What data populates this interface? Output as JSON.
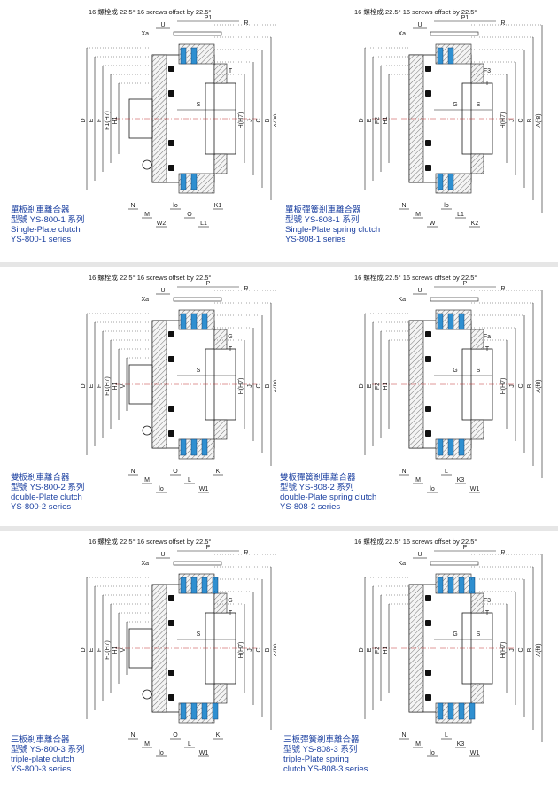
{
  "colors": {
    "blue": "#1a3fa0",
    "friction": "#2f8fd0",
    "hatch": "#555555",
    "line": "#1a1a1a"
  },
  "panels": [
    {
      "id": "p1",
      "header": "16 螺栓成 22.5°  16 screws offset by 22.5°",
      "caption": [
        "單板剎車離合器",
        "型號 YS-800-1 系列",
        "Single-Plate  clutch",
        "YS-800-1  series"
      ],
      "top_labels": [
        "P1",
        "R",
        "U",
        "Xa",
        "T"
      ],
      "left_labels": [
        "D",
        "E",
        "F",
        "F1(H7)",
        "H1"
      ],
      "right_labels": [
        "H(H7)",
        "J",
        "C",
        "B",
        "A(f8)"
      ],
      "inner_labels": [
        "S"
      ],
      "bottom_labels": [
        "N",
        "M",
        "W2",
        "lo",
        "O",
        "L1",
        "K1"
      ]
    },
    {
      "id": "p2",
      "header": "16 螺栓成 22.5°  16 screws offset by 22.5°",
      "caption": [
        "單板彈簧剎車離合器",
        "型號 YS-808-1 系列",
        "Single-Plate  spring  clutch",
        "YS-808-1  series"
      ],
      "top_labels": [
        "P1",
        "R",
        "U",
        "Xa",
        "F3",
        "T"
      ],
      "left_labels": [
        "D",
        "E",
        "F2",
        "H1"
      ],
      "right_labels": [
        "H(H7)",
        "J",
        "C",
        "B",
        "A(f8)"
      ],
      "inner_labels": [
        "G",
        "S"
      ],
      "bottom_labels": [
        "N",
        "M",
        "W",
        "lo",
        "L1",
        "K2"
      ]
    },
    {
      "id": "p3",
      "header": "16 螺栓成 22.5°  16 screws offset by 22.5°",
      "caption": [
        "雙板剎車離合器",
        "型號 YS-800-2 系列",
        "double-Plate  clutch",
        "YS-800-2  series"
      ],
      "top_labels": [
        "P",
        "R",
        "U",
        "Xa",
        "G",
        "T"
      ],
      "left_labels": [
        "D",
        "E",
        "F",
        "F1(H7)",
        "H1",
        "V"
      ],
      "right_labels": [
        "H(H7)",
        "J",
        "C",
        "B",
        "A(f8)"
      ],
      "inner_labels": [
        "S"
      ],
      "bottom_labels": [
        "N",
        "M",
        "lo",
        "O",
        "L",
        "W1",
        "K"
      ]
    },
    {
      "id": "p4",
      "header": "16 螺栓成 22.5°  16 screws offset by 22.5°",
      "caption": [
        "雙板彈簧剎車離合器",
        "型號 YS-808-2 系列",
        "double-Plate  spring  clutch",
        "YS-808-2  series"
      ],
      "top_labels": [
        "P",
        "R",
        "U",
        "Ka",
        "Fa",
        "T"
      ],
      "left_labels": [
        "D",
        "E",
        "F2",
        "H1"
      ],
      "right_labels": [
        "H(H7)",
        "J",
        "C",
        "B",
        "A(f8)"
      ],
      "inner_labels": [
        "G",
        "S"
      ],
      "bottom_labels": [
        "N",
        "M",
        "lo",
        "L",
        "K3",
        "W1"
      ]
    },
    {
      "id": "p5",
      "header": "16 螺栓成 22.5°  16 screws offset by 22.5°",
      "caption": [
        "三板剎車離合器",
        "型號 YS-800-3 系列",
        "triple-plate  clutch",
        "YS-800-3  series"
      ],
      "top_labels": [
        "P",
        "R",
        "U",
        "Xa",
        "G",
        "T"
      ],
      "left_labels": [
        "D",
        "E",
        "F",
        "F1(H7)",
        "H1",
        "V"
      ],
      "right_labels": [
        "H(H7)",
        "J",
        "C",
        "B",
        "A(f8)"
      ],
      "inner_labels": [
        "S"
      ],
      "bottom_labels": [
        "N",
        "M",
        "lo",
        "O",
        "L",
        "W1",
        "K"
      ]
    },
    {
      "id": "p6",
      "header": "16 螺栓成 22.5°  16 screws offset by 22.5°",
      "caption": [
        "三板彈簧剎車離合器",
        "型號 YS-808-3 系列",
        "triple-Plate  spring",
        "clutch  YS-808-3  series"
      ],
      "top_labels": [
        "P",
        "R",
        "U",
        "Ka",
        "F3",
        "T"
      ],
      "left_labels": [
        "D",
        "E",
        "F2",
        "H1"
      ],
      "right_labels": [
        "H(H7)",
        "J",
        "C",
        "B",
        "A(f8)"
      ],
      "inner_labels": [
        "G",
        "S"
      ],
      "bottom_labels": [
        "N",
        "M",
        "lo",
        "L",
        "K3",
        "W1"
      ]
    }
  ]
}
